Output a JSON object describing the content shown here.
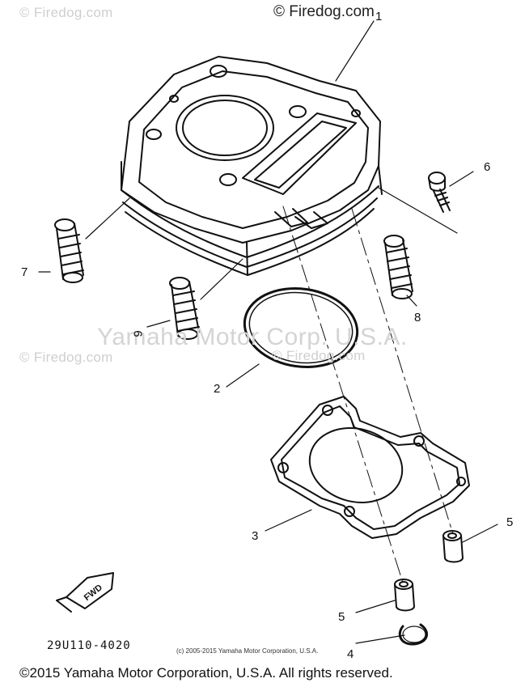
{
  "watermarks": {
    "top_left": "© Firedog.com",
    "top_center": "© Firedog.com",
    "mid_left": "© Firedog.com",
    "mid_center": "© Firedog.com",
    "center_big": "Yamaha Motor Corp. U.S.A."
  },
  "callouts": [
    "1",
    "2",
    "3",
    "4",
    "5",
    "5",
    "6",
    "7",
    "8",
    "9"
  ],
  "diagram_code": "29U110-4020",
  "small_copyright": "(c) 2005-2015 Yamaha Motor Corporation, U.S.A.",
  "footer_copyright": "©2015 Yamaha Motor Corporation, U.S.A. All rights reserved.",
  "fwd_label": "FWD"
}
